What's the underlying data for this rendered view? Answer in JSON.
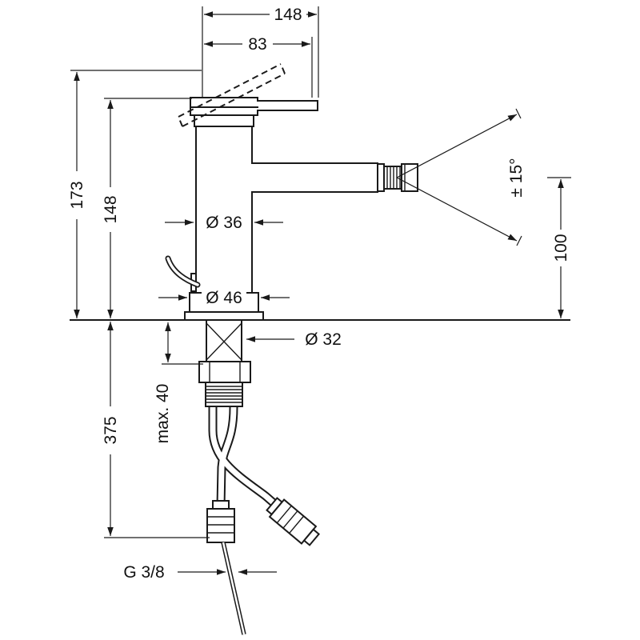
{
  "drawing": {
    "dims": {
      "width_total": "148",
      "width_spout": "83",
      "height_total": "173",
      "height_body": "148",
      "angle": "± 15°",
      "spout_height": "100",
      "dia_body": "Ø 36",
      "dia_base": "Ø 46",
      "dia_shank": "Ø 32",
      "max_thickness": "max. 40",
      "hose_length": "375",
      "thread": "G 3/8"
    },
    "colors": {
      "line": "#1a1a1a",
      "background": "#ffffff"
    }
  }
}
